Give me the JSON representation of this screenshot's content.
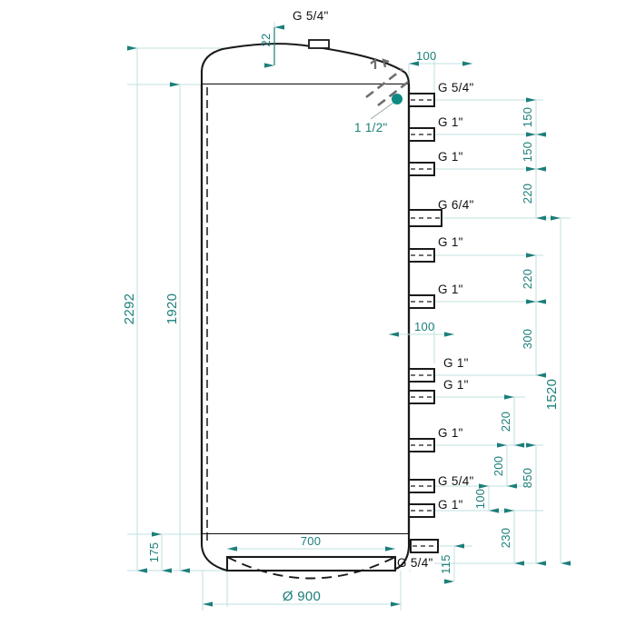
{
  "drawing": {
    "title": "Buffer tank dimensional drawing",
    "colors": {
      "dimension": "#1b7f7a",
      "outline": "#1a1a1a",
      "extension": "#bfe0df",
      "accent_dot": "#0e8a82"
    },
    "top": {
      "top_nozzle_label": "G 5/4\"",
      "top_nozzle_offset": "22",
      "anode_label": "1 1/2\"",
      "top_offset_label": "100"
    },
    "mid": {
      "mid_offset_label": "100"
    },
    "ports": [
      {
        "label": "G 5/4\"",
        "size": "large"
      },
      {
        "label": "G 1\"",
        "size": "small"
      },
      {
        "label": "G 1\"",
        "size": "small"
      },
      {
        "label": "G 6/4\"",
        "size": "xlarge"
      },
      {
        "label": "G 1\"",
        "size": "small"
      },
      {
        "label": "G 1\"",
        "size": "small"
      },
      {
        "label": "G 1\"",
        "size": "small"
      },
      {
        "label": "G 1\"",
        "size": "small"
      },
      {
        "label": "G 1\"",
        "size": "small"
      },
      {
        "label": "G 5/4\"",
        "size": "large"
      },
      {
        "label": "G 1\"",
        "size": "small"
      }
    ],
    "bottom_port": {
      "label": "G 5/4\"",
      "height_label": "115"
    },
    "vertical_dims_left": [
      {
        "value": "2292"
      },
      {
        "value": "1920"
      },
      {
        "value": "175"
      }
    ],
    "chain_a": [
      {
        "value": "150"
      },
      {
        "value": "150"
      },
      {
        "value": "220"
      }
    ],
    "chain_b": [
      {
        "value": "220"
      },
      {
        "value": "300"
      }
    ],
    "chain_c": [
      {
        "value": "220"
      },
      {
        "value": "200"
      },
      {
        "value": "100"
      },
      {
        "value": "230"
      }
    ],
    "overall_right": [
      {
        "value": "850"
      },
      {
        "value": "1520"
      }
    ],
    "bottom": {
      "base_width": "700",
      "diameter": "Ø  900"
    }
  }
}
